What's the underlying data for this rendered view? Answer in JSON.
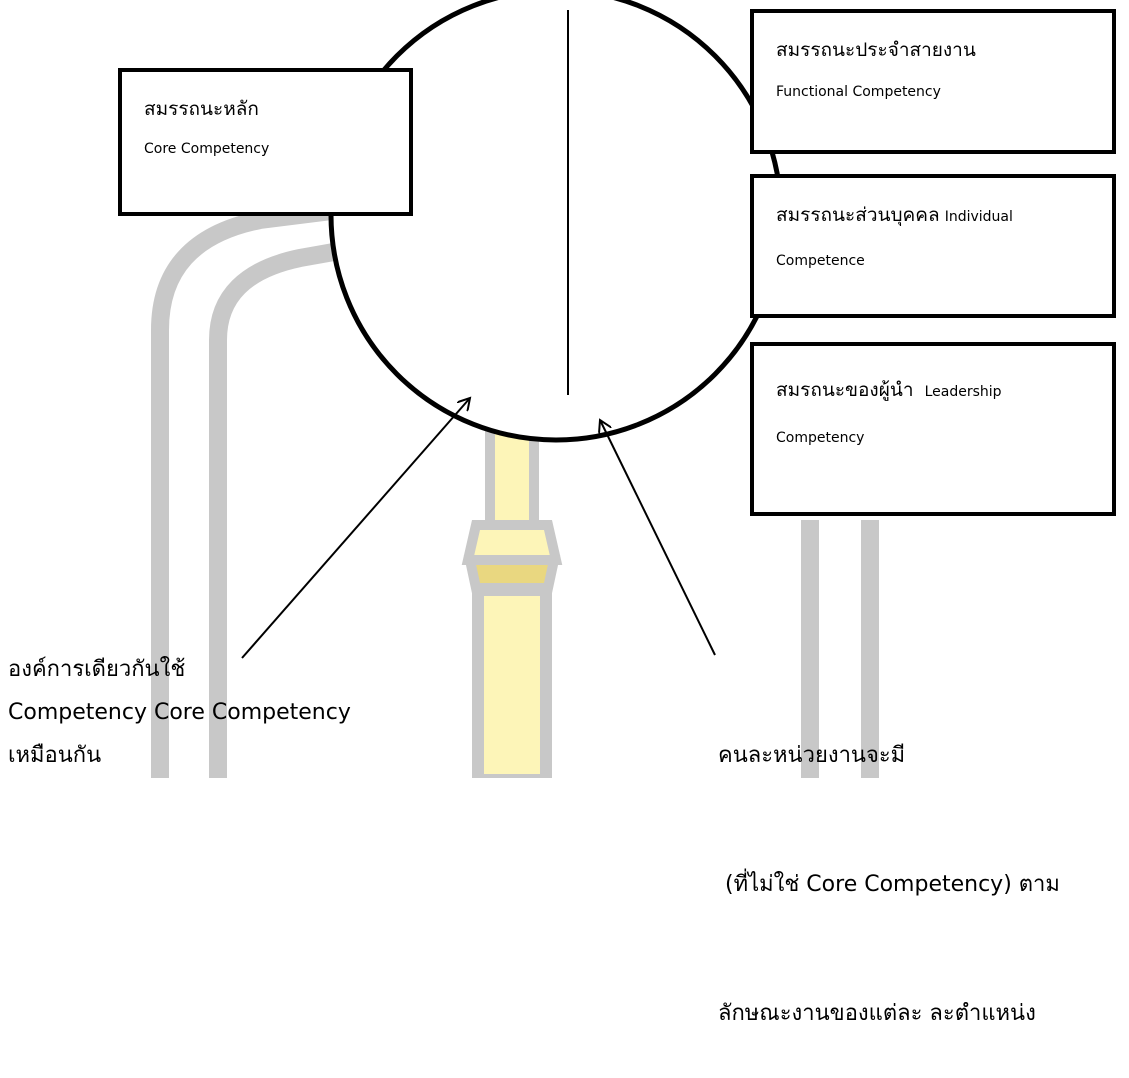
{
  "colors": {
    "watermark_gray": "#c8c8c8",
    "watermark_yellow": "#fdf5b8",
    "watermark_gold": "#e9d780",
    "stroke": "#000000"
  },
  "boxes": {
    "core": {
      "title_th": "สมรรถนะหลัก",
      "title_en": "Core Competency"
    },
    "functional": {
      "title_th": "สมรรถนะประจำสายงาน",
      "title_en": "Functional Competency"
    },
    "individual": {
      "title_th": "สมรรถนะส่วนบุคคล",
      "title_en_1": "Individual",
      "title_en_2": "Competence"
    },
    "leadership": {
      "title_th": "สมรถนะของผู้นำ",
      "title_en_1": "Leadership",
      "title_en_2": "Competency"
    }
  },
  "captions": {
    "left": {
      "line1": "องค์การเดียวกันใช้",
      "line2": "Competency Core Competency",
      "line3": "เหมือนกัน"
    },
    "right": {
      "line1": "คนละหน่วยงานจะมี",
      "line2": " (ที่ไม่ใช่ Core Competency) ตาม",
      "line3": "ลักษณะงานของแต่ละ ละตำแหน่ง"
    }
  }
}
